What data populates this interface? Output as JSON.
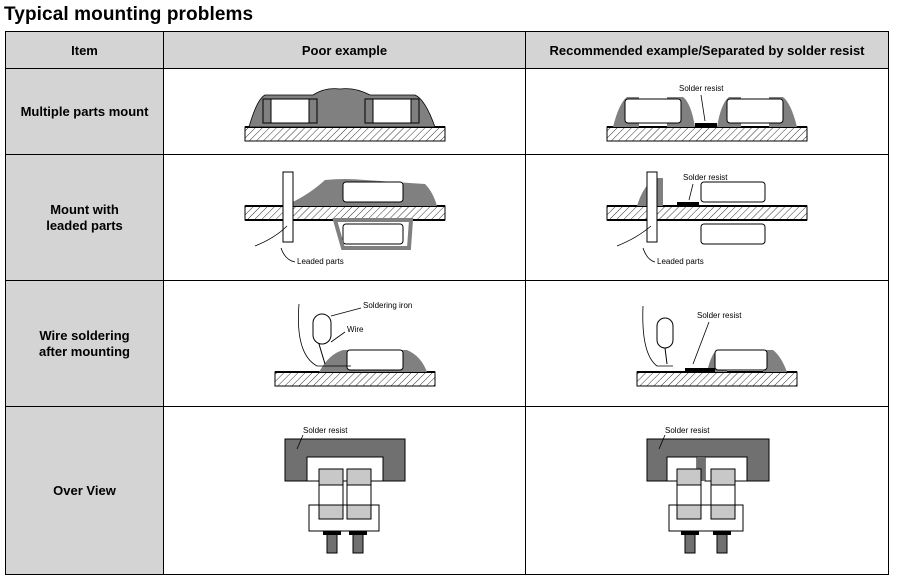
{
  "title": "Typical mounting problems",
  "headers": {
    "item": "Item",
    "poor": "Poor example",
    "recommended": "Recommended example/Separated by solder resist"
  },
  "rows": [
    {
      "item": "Multiple parts mount",
      "poor_labels": [],
      "rec_labels": [
        "Solder resist"
      ]
    },
    {
      "item": "Mount with leaded parts",
      "poor_labels": [
        "Leaded parts"
      ],
      "rec_labels": [
        "Solder resist",
        "Leaded parts"
      ]
    },
    {
      "item": "Wire soldering after mounting",
      "poor_labels": [
        "Soldering iron",
        "Wire"
      ],
      "rec_labels": [
        "Solder resist"
      ]
    },
    {
      "item": "Over View",
      "poor_labels": [
        "Solder resist"
      ],
      "rec_labels": [
        "Solder resist"
      ]
    }
  ],
  "colors": {
    "header_bg": "#d4d4d4",
    "solder": "#808080",
    "component": "#c8c8c8"
  }
}
